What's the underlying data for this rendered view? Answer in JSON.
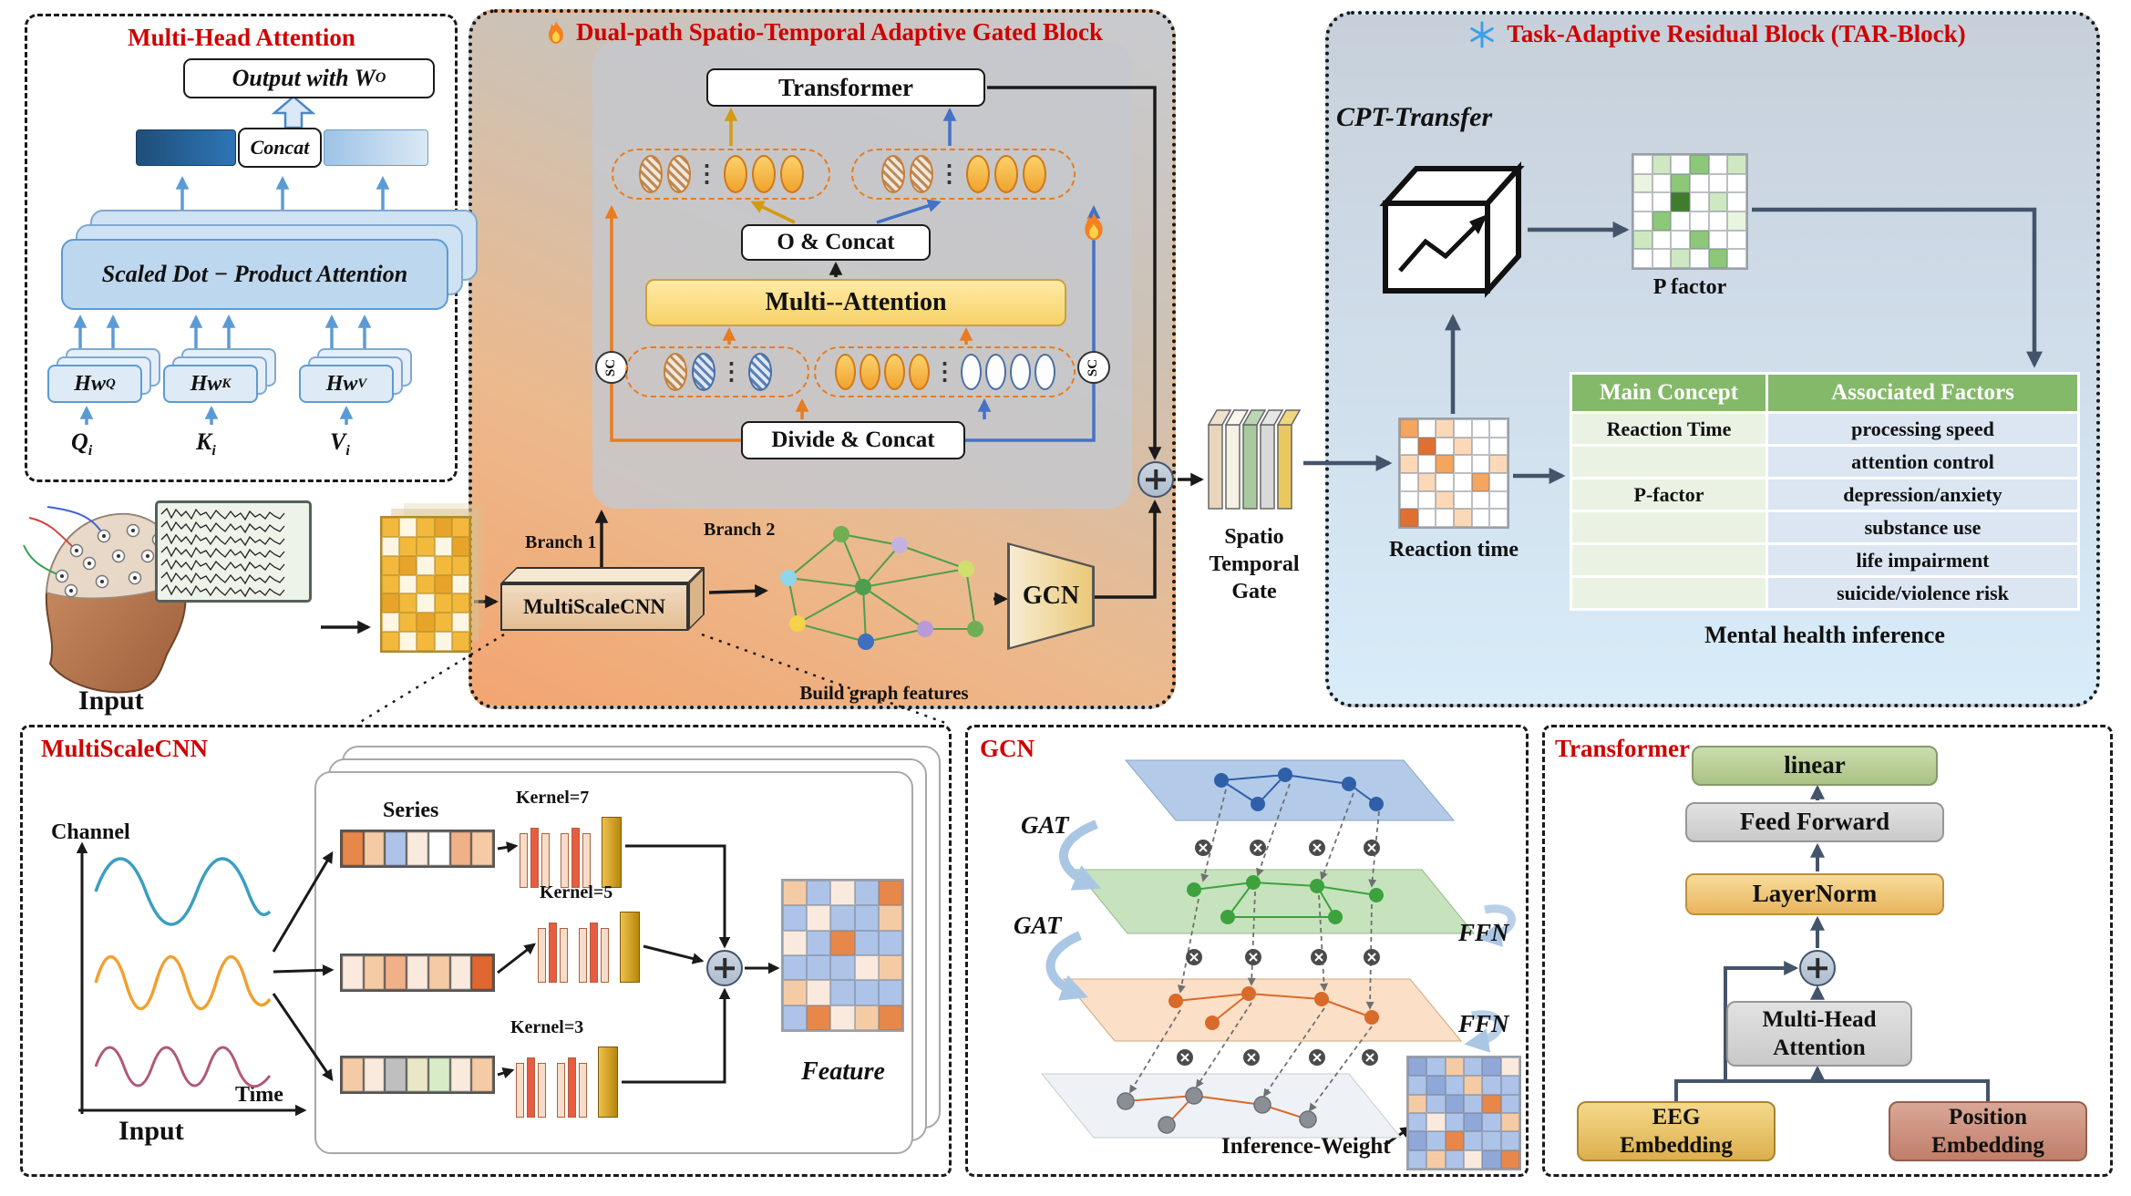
{
  "mha": {
    "title": "Multi-Head Attention",
    "output_base": "Output with W",
    "output_sup": "O",
    "concat": "Concat",
    "sdpa": "Scaled Dot − Product Attention",
    "heads": [
      {
        "base": "Hw",
        "sup": "Q"
      },
      {
        "base": "Hw",
        "sup": "K"
      },
      {
        "base": "Hw",
        "sup": "V"
      }
    ],
    "inputs": [
      {
        "base": "Q",
        "sub": "i"
      },
      {
        "base": "K",
        "sub": "i"
      },
      {
        "base": "V",
        "sub": "i"
      }
    ]
  },
  "input": {
    "label": "Input"
  },
  "dual": {
    "title": "Dual-path Spatio-Temporal Adaptive Gated Block",
    "transformer": "Transformer",
    "o_concat": "O & Concat",
    "multi_attention": "Multi--Attention",
    "sc": "SC",
    "dots": "⋮",
    "divide_concat": "Divide & Concat",
    "branch1": "Branch 1",
    "branch2": "Branch 2",
    "multiscalecnn": "MultiScaleCNN",
    "build_graph": "Build graph features",
    "gcn": "GCN"
  },
  "gate": {
    "line1": "Spatio",
    "line2": "Temporal",
    "line3": "Gate"
  },
  "tar": {
    "title": "Task-Adaptive Residual Block (TAR-Block)",
    "cpt": "CPT-Transfer",
    "p_factor": "P factor",
    "reaction_time": "Reaction time",
    "caption": "Mental health inference",
    "table": {
      "headers": [
        "Main Concept",
        "Associated Factors"
      ],
      "rows": [
        {
          "concept": "Reaction Time",
          "factor": "processing speed"
        },
        {
          "concept": "",
          "factor": "attention control"
        },
        {
          "concept": "P-factor",
          "factor": "depression/anxiety"
        },
        {
          "concept": "",
          "factor": "substance use"
        },
        {
          "concept": "",
          "factor": "life impairment"
        },
        {
          "concept": "",
          "factor": "suicide/violence risk"
        }
      ]
    }
  },
  "mscnn": {
    "title": "MultiScaleCNN",
    "channel": "Channel",
    "time": "Time",
    "input": "Input",
    "series": "Series",
    "kernels": [
      "Kernel=7",
      "Kernel=5",
      "Kernel=3"
    ],
    "feature": "Feature"
  },
  "gcn": {
    "title": "GCN",
    "gat1": "GAT",
    "gat2": "GAT",
    "ffn1": "FFN",
    "ffn2": "FFN",
    "inference": "Inference-Weight"
  },
  "transformer": {
    "title": "Transformer",
    "linear": "linear",
    "feed_forward": "Feed Forward",
    "layernorm": "LayerNorm",
    "mha": "Multi-Head Attention",
    "eeg_emb": "EEG Embedding",
    "pos_emb": "Position Embedding"
  },
  "icons": {
    "dual_title": "flame-icon",
    "o_concat": "flame-icon",
    "tar_title": "snowflake-icon"
  },
  "colors": {
    "title_red": "#d00000",
    "slate_arrow": "#44546a",
    "orange_path": "#e87c1e",
    "gold_path": "#d49a10",
    "blue_path": "#4472c4",
    "steel_blue": "#5b9bd5",
    "attention_yellow": "#ffe194",
    "table_header_green": "#84b96a",
    "table_concept_bg": "#eaf3e3",
    "table_factor_bg": "#dbe6f2"
  },
  "grids": {
    "input": {
      "cols": 5,
      "cells": [
        "#f2b93c",
        "#fdf6e2",
        "#f2b93c",
        "#e8a42a",
        "#f2b93c",
        "#fdf6e2",
        "#f2b93c",
        "#f2b93c",
        "#fdf6e2",
        "#e8a42a",
        "#f2b93c",
        "#e8a42a",
        "#fdf6e2",
        "#f2b93c",
        "#f2b93c",
        "#f2b93c",
        "#fdf6e2",
        "#f2b93c",
        "#e8a42a",
        "#fdf6e2",
        "#e8a42a",
        "#f2b93c",
        "#fdf6e2",
        "#f2b93c",
        "#f2b93c",
        "#fdf6e2",
        "#f2b93c",
        "#e8a42a",
        "#f2b93c",
        "#fdf6e2",
        "#f2b93c",
        "#fdf6e2",
        "#f2b93c",
        "#fdf6e2",
        "#f2b93c"
      ]
    },
    "p_factor": {
      "cols": 6,
      "cells": [
        "#ffffff",
        "#cfe8c2",
        "#ffffff",
        "#8cc878",
        "#ffffff",
        "#cfe8c2",
        "#e9f4e1",
        "#ffffff",
        "#8cc878",
        "#ffffff",
        "#ffffff",
        "#ffffff",
        "#ffffff",
        "#ffffff",
        "#3f7d2c",
        "#ffffff",
        "#cfe8c2",
        "#ffffff",
        "#ffffff",
        "#8cc878",
        "#ffffff",
        "#ffffff",
        "#ffffff",
        "#e9f4e1",
        "#cfe8c2",
        "#ffffff",
        "#ffffff",
        "#8cc878",
        "#ffffff",
        "#ffffff",
        "#ffffff",
        "#ffffff",
        "#cfe8c2",
        "#ffffff",
        "#8cc878",
        "#ffffff"
      ]
    },
    "reaction": {
      "cols": 6,
      "cells": [
        "#f4a55e",
        "#ffffff",
        "#fbd9b8",
        "#ffffff",
        "#ffffff",
        "#ffffff",
        "#ffffff",
        "#e07030",
        "#ffffff",
        "#fbd9b8",
        "#ffffff",
        "#ffffff",
        "#fbd9b8",
        "#ffffff",
        "#f4a55e",
        "#ffffff",
        "#ffffff",
        "#fbd9b8",
        "#ffffff",
        "#fbd9b8",
        "#ffffff",
        "#ffffff",
        "#f4a55e",
        "#ffffff",
        "#ffffff",
        "#ffffff",
        "#fbd9b8",
        "#ffffff",
        "#ffffff",
        "#ffffff",
        "#e07030",
        "#ffffff",
        "#ffffff",
        "#fbd9b8",
        "#ffffff",
        "#ffffff"
      ]
    },
    "feature": {
      "cols": 5,
      "cells": [
        "#f5cba6",
        "#adc3e8",
        "#faeade",
        "#adc3e8",
        "#e8874a",
        "#adc3e8",
        "#faeade",
        "#adc3e8",
        "#adc3e8",
        "#f5cba6",
        "#faeade",
        "#adc3e8",
        "#e8874a",
        "#adc3e8",
        "#adc3e8",
        "#adc3e8",
        "#adc3e8",
        "#adc3e8",
        "#faeade",
        "#f5cba6",
        "#f5cba6",
        "#faeade",
        "#adc3e8",
        "#adc3e8",
        "#adc3e8",
        "#adc3e8",
        "#e8874a",
        "#faeade",
        "#f5cba6",
        "#e8874a"
      ]
    },
    "inference": {
      "cols": 6,
      "cells": [
        "#8fa8d8",
        "#adc3e8",
        "#f5cba6",
        "#adc3e8",
        "#8fa8d8",
        "#faeade",
        "#adc3e8",
        "#8fa8d8",
        "#adc3e8",
        "#f5cba6",
        "#adc3e8",
        "#adc3e8",
        "#f5cba6",
        "#adc3e8",
        "#8fa8d8",
        "#adc3e8",
        "#e8874a",
        "#adc3e8",
        "#adc3e8",
        "#faeade",
        "#adc3e8",
        "#8fa8d8",
        "#adc3e8",
        "#f5cba6",
        "#8fa8d8",
        "#adc3e8",
        "#e8874a",
        "#adc3e8",
        "#adc3e8",
        "#adc3e8",
        "#adc3e8",
        "#f5cba6",
        "#adc3e8",
        "#faeade",
        "#8fa8d8",
        "#e8874a"
      ]
    },
    "series1": {
      "cols": 7,
      "cells": [
        "#e8874a",
        "#f5cba6",
        "#adc3e8",
        "#faeade",
        "#ffffff",
        "#f0b088",
        "#f5cba6"
      ]
    },
    "series2": {
      "cols": 7,
      "cells": [
        "#faeade",
        "#f5cba6",
        "#f0b088",
        "#faeade",
        "#f5cba6",
        "#faeade",
        "#e06830"
      ]
    },
    "series3": {
      "cols": 7,
      "cells": [
        "#f5cba6",
        "#faeade",
        "#bfbfbf",
        "#eae6c8",
        "#d8ecc8",
        "#faeade",
        "#f5cba6"
      ]
    }
  }
}
